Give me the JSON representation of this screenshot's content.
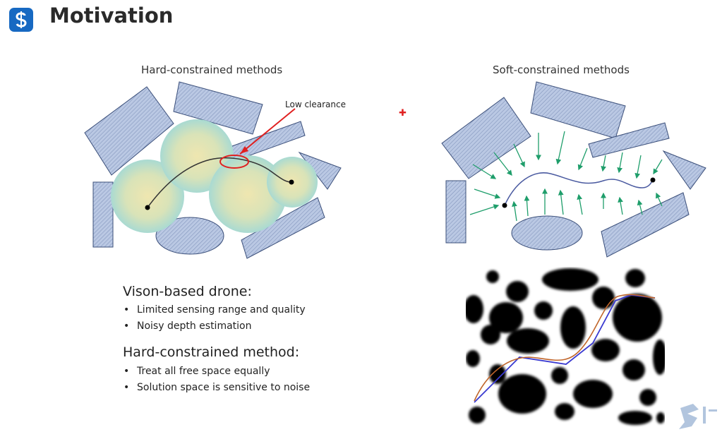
{
  "header": {
    "title": "Motivation",
    "logo_icon": "s-logo-icon"
  },
  "left_panel": {
    "caption": "Hard-constrained methods",
    "annotation": "Low clearance"
  },
  "right_panel": {
    "caption": "Soft-constrained methods"
  },
  "section1": {
    "heading": "Vison-based drone:",
    "bullets": [
      "Limited sensing range and quality",
      "Noisy depth estimation"
    ]
  },
  "section2": {
    "heading": "Hard-constrained method:",
    "bullets": [
      "Treat all free space equally",
      "Solution space is sensitive to noise"
    ]
  },
  "colors": {
    "obstacle_fill": "#b9c7e2",
    "obstacle_stroke": "#3b4f7a",
    "arrow": "#1f9e6b",
    "path_blue": "#3a3ad0",
    "path_orange": "#c0652a",
    "accent_red": "#e02020",
    "brand_blue": "#1769c2"
  }
}
